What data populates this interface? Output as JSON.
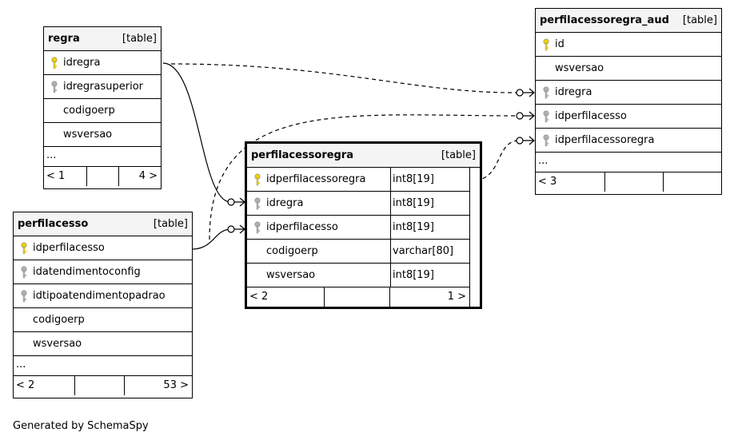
{
  "tables": {
    "regra": {
      "name": "regra",
      "kind": "[table]",
      "columns": [
        {
          "name": "idregra",
          "key": "primary"
        },
        {
          "name": "idregrasuperior",
          "key": "foreign"
        },
        {
          "name": "codigoerp",
          "key": "none"
        },
        {
          "name": "wsversao",
          "key": "none"
        }
      ],
      "more": "...",
      "parents": "< 1",
      "children": "4 >"
    },
    "perfilacesso": {
      "name": "perfilacesso",
      "kind": "[table]",
      "columns": [
        {
          "name": "idperfilacesso",
          "key": "primary"
        },
        {
          "name": "idatendimentoconfig",
          "key": "foreign"
        },
        {
          "name": "idtipoatendimentopadrao",
          "key": "foreign"
        },
        {
          "name": "codigoerp",
          "key": "none"
        },
        {
          "name": "wsversao",
          "key": "none"
        }
      ],
      "more": "...",
      "parents": "< 2",
      "children": "53 >"
    },
    "perfilacessoregra": {
      "name": "perfilacessoregra",
      "kind": "[table]",
      "columns": [
        {
          "name": "idperfilacessoregra",
          "key": "primary",
          "type": "int8[19]"
        },
        {
          "name": "idregra",
          "key": "foreign",
          "type": "int8[19]"
        },
        {
          "name": "idperfilacesso",
          "key": "foreign",
          "type": "int8[19]"
        },
        {
          "name": "codigoerp",
          "key": "none",
          "type": "varchar[80]"
        },
        {
          "name": "wsversao",
          "key": "none",
          "type": "int8[19]"
        }
      ],
      "parents": "< 2",
      "children": "1 >"
    },
    "perfilacessoregra_aud": {
      "name": "perfilacessoregra_aud",
      "kind": "[table]",
      "columns": [
        {
          "name": "id",
          "key": "primary"
        },
        {
          "name": "wsversao",
          "key": "none"
        },
        {
          "name": "idregra",
          "key": "foreign"
        },
        {
          "name": "idperfilacesso",
          "key": "foreign"
        },
        {
          "name": "idperfilacessoregra",
          "key": "foreign"
        }
      ],
      "more": "...",
      "parents": "< 3",
      "children": ""
    }
  },
  "footer_text": "Generated by SchemaSpy",
  "colors": {
    "primary_key": "#f0d000",
    "foreign_key": "#b0b0b0",
    "header_bg": "#f4f4f4"
  }
}
